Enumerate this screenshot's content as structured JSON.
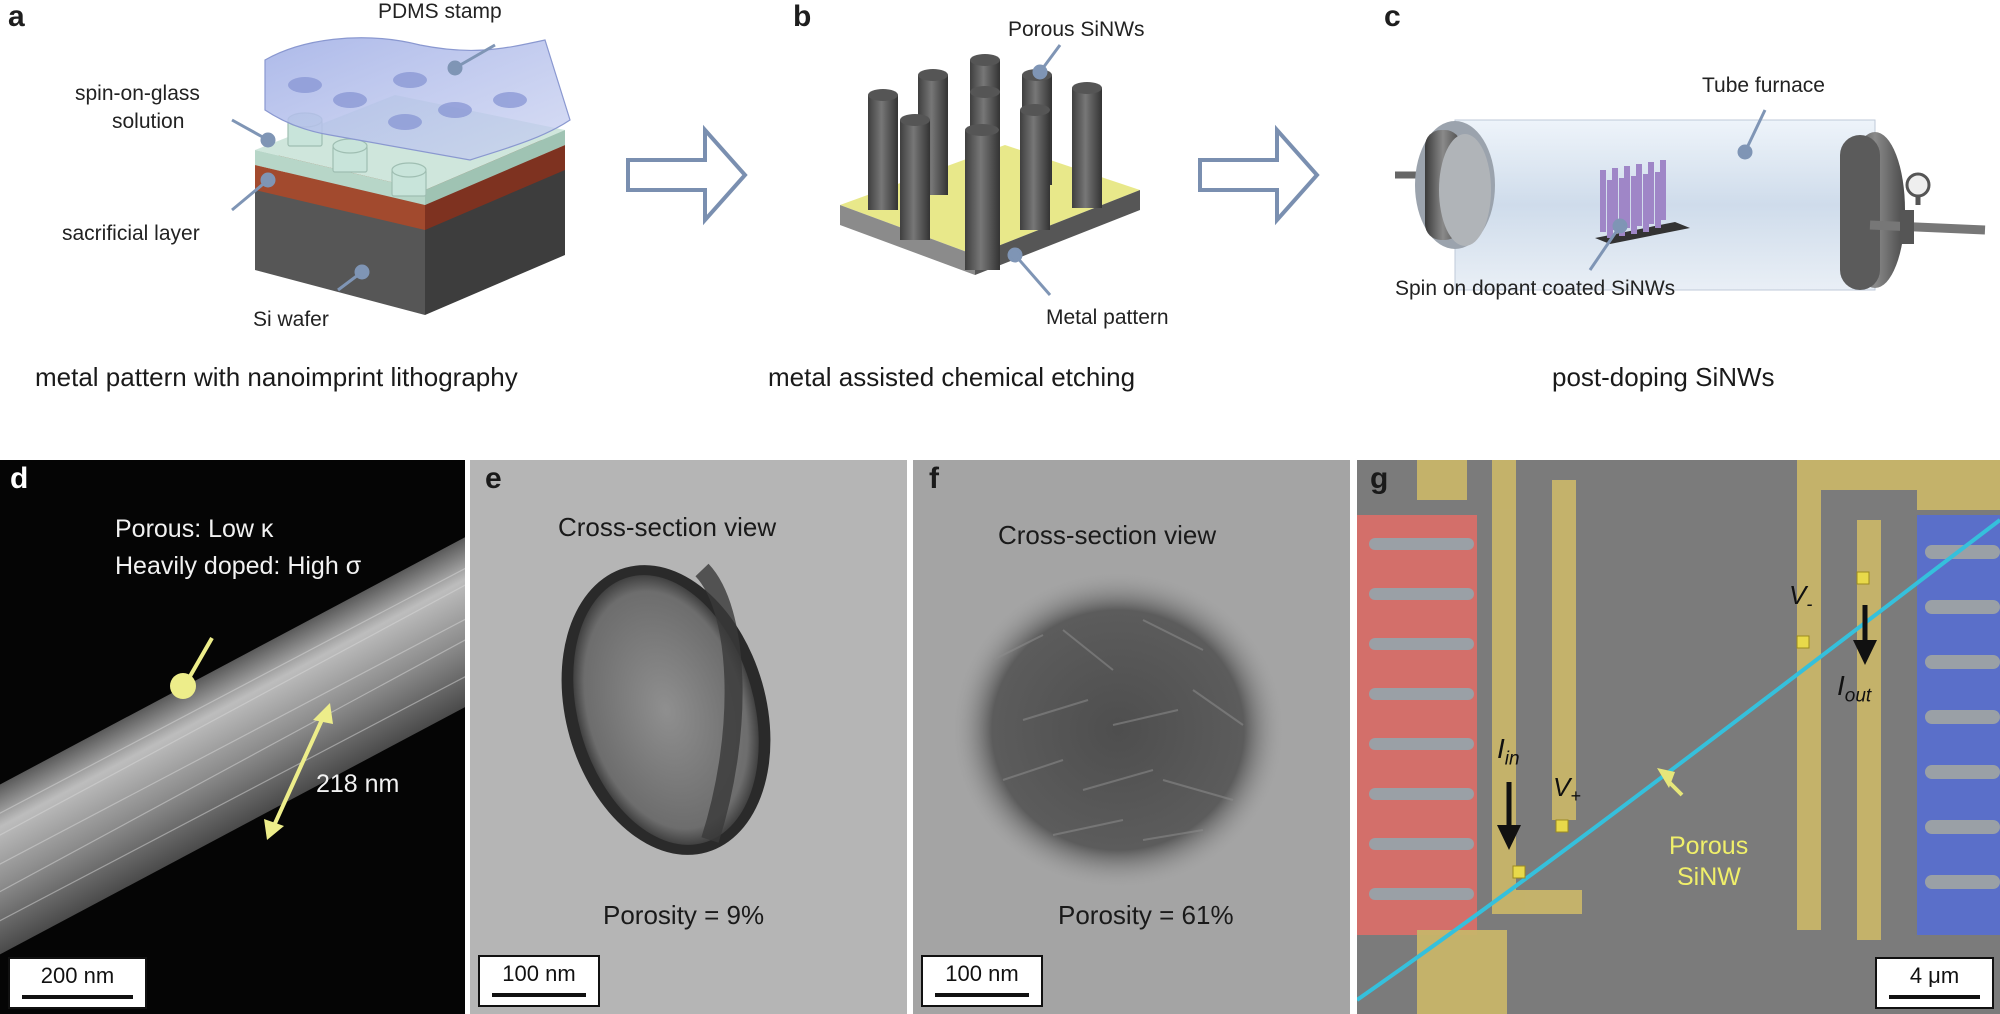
{
  "panels": {
    "a": {
      "letter": "a",
      "labels": {
        "stamp": "PDMS stamp",
        "spin_glass_1": "spin-on-glass",
        "spin_glass_2": "solution",
        "sacrificial": "sacrificial layer",
        "wafer": "Si wafer"
      },
      "caption": "metal pattern with nanoimprint lithography"
    },
    "b": {
      "letter": "b",
      "labels": {
        "porous": "Porous SiNWs",
        "metal": "Metal pattern"
      },
      "caption": "metal assisted chemical etching"
    },
    "c": {
      "letter": "c",
      "labels": {
        "furnace": "Tube furnace",
        "coated": "Spin on dopant coated SiNWs"
      },
      "caption": "post-doping SiNWs"
    },
    "d": {
      "letter": "d",
      "text_1": "Porous: Low κ",
      "text_2": "Heavily doped: High σ",
      "diameter": "218 nm",
      "scale": "200 nm"
    },
    "e": {
      "letter": "e",
      "title": "Cross-section view",
      "porosity": "Porosity = 9%",
      "scale": "100 nm"
    },
    "f": {
      "letter": "f",
      "title": "Cross-section view",
      "porosity": "Porosity = 61%",
      "scale": "100 nm"
    },
    "g": {
      "letter": "g",
      "i_in": "I",
      "i_in_sub": "in",
      "v_plus": "V",
      "v_plus_sub": "+",
      "v_minus": "V",
      "v_minus_sub": "-",
      "i_out": "I",
      "i_out_sub": "out",
      "porous_1": "Porous",
      "porous_2": "SiNW",
      "scale": "4 μm"
    }
  },
  "colors": {
    "accent_label": "#e6e67a",
    "nanowire": "#35c0dc",
    "electrode_red": "#d9726e",
    "electrode_blue": "#5a6fc9",
    "electrode_yellow": "#c8b56a",
    "arrow_outline": "#7a8fb0"
  }
}
